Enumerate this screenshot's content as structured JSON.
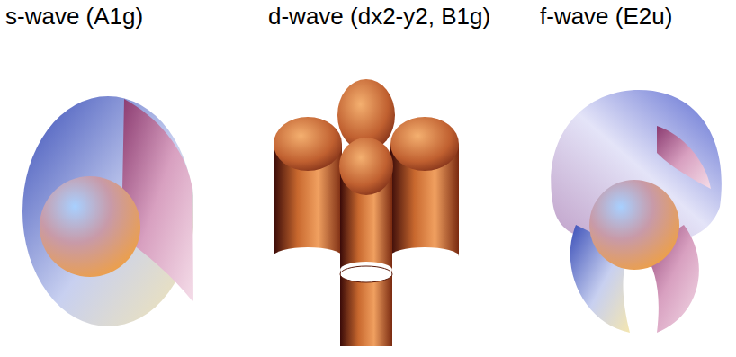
{
  "diagram": {
    "labels": [
      "s-wave (A1g)",
      "d-wave (dx2-y2, B1g)",
      "f-wave (E2u)"
    ]
  }
}
